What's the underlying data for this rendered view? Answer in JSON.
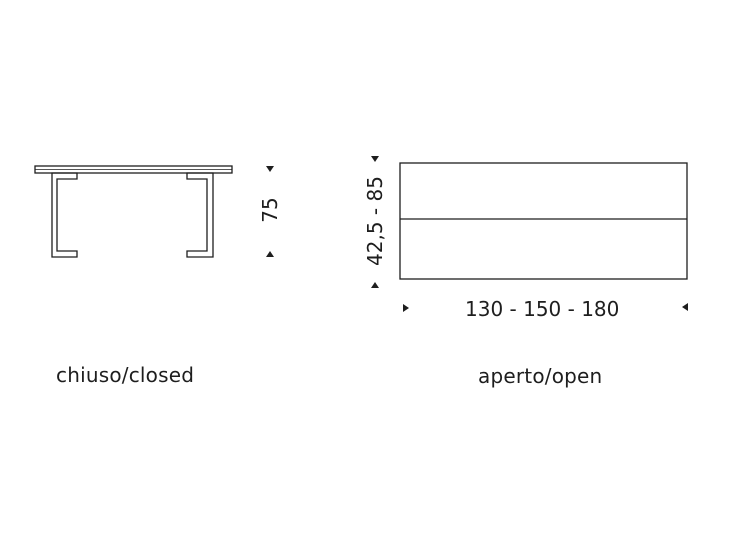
{
  "closed": {
    "caption": "chiuso/closed",
    "height_label": "75"
  },
  "open": {
    "caption": "aperto/open",
    "depth_label": "42,5 - 85",
    "length_label": "130 - 150 - 180"
  }
}
